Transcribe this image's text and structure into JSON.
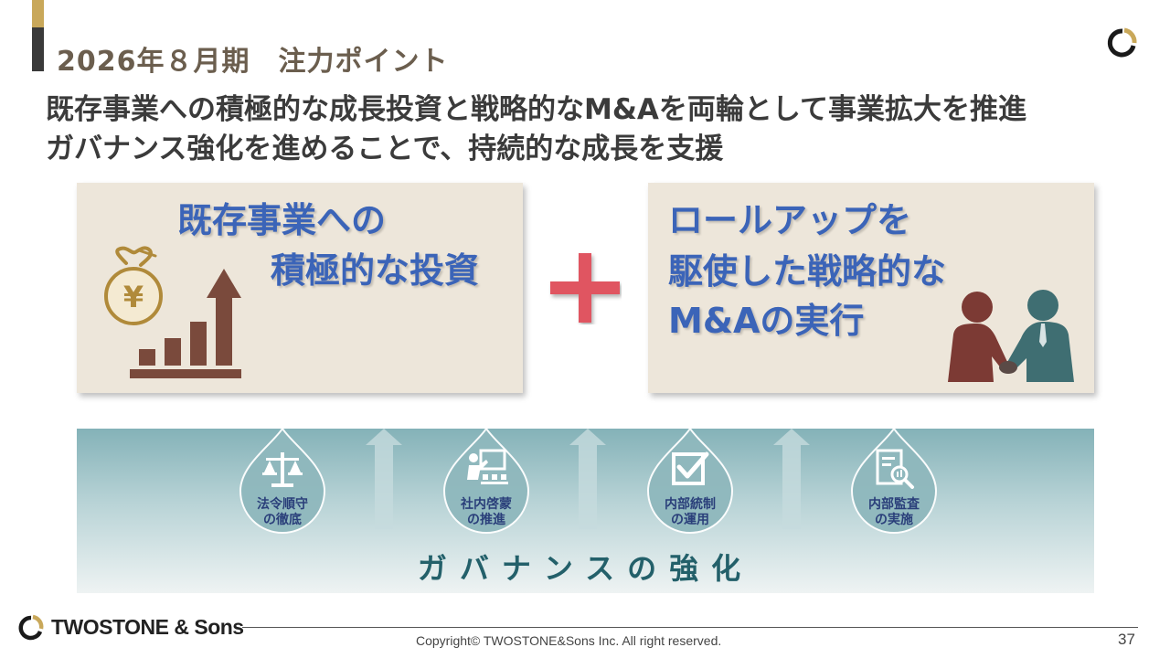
{
  "header": {
    "section_title": "2026年８月期　注力ポイント",
    "headline_line1": "既存事業への積極的な成長投資と戦略的なM&Aを両輪として事業拡大を推進",
    "headline_line2": "ガバナンス強化を進めることで、持続的な成長を支援"
  },
  "left_panel": {
    "line1": "既存事業への",
    "line2": "積極的な投資",
    "icons": [
      "money-bag-yen-icon",
      "growth-bar-chart-icon"
    ]
  },
  "right_panel": {
    "line1": "ロールアップを",
    "line2": "駆使した戦略的な",
    "line3": "M&Aの実行",
    "icons": [
      "handshake-icon"
    ]
  },
  "plus_symbol_color": "#e05561",
  "governance": {
    "title": "ガバナンスの強化",
    "items": [
      {
        "line1": "法令順守",
        "line2": "の徹底",
        "icon": "scales-icon"
      },
      {
        "line1": "社内啓蒙",
        "line2": "の推進",
        "icon": "presenter-training-icon"
      },
      {
        "line1": "内部統制",
        "line2": "の運用",
        "icon": "checkbox-icon"
      },
      {
        "line1": "内部監査",
        "line2": "の実施",
        "icon": "document-audit-icon"
      }
    ]
  },
  "footer": {
    "company": "TWOSTONE & Sons",
    "copyright": "Copyright© TWOSTONE&Sons Inc. All right reserved.",
    "page_number": "37"
  },
  "colors": {
    "accent_gold": "#c9a85a",
    "panel_bg": "#ede6da",
    "panel_text": "#3b64b8",
    "governance_text": "#23606a",
    "icon_gold": "#b08a3a",
    "icon_brown": "#7a4a3c",
    "person_brown": "#7c3a34",
    "person_teal": "#3f6e72"
  }
}
